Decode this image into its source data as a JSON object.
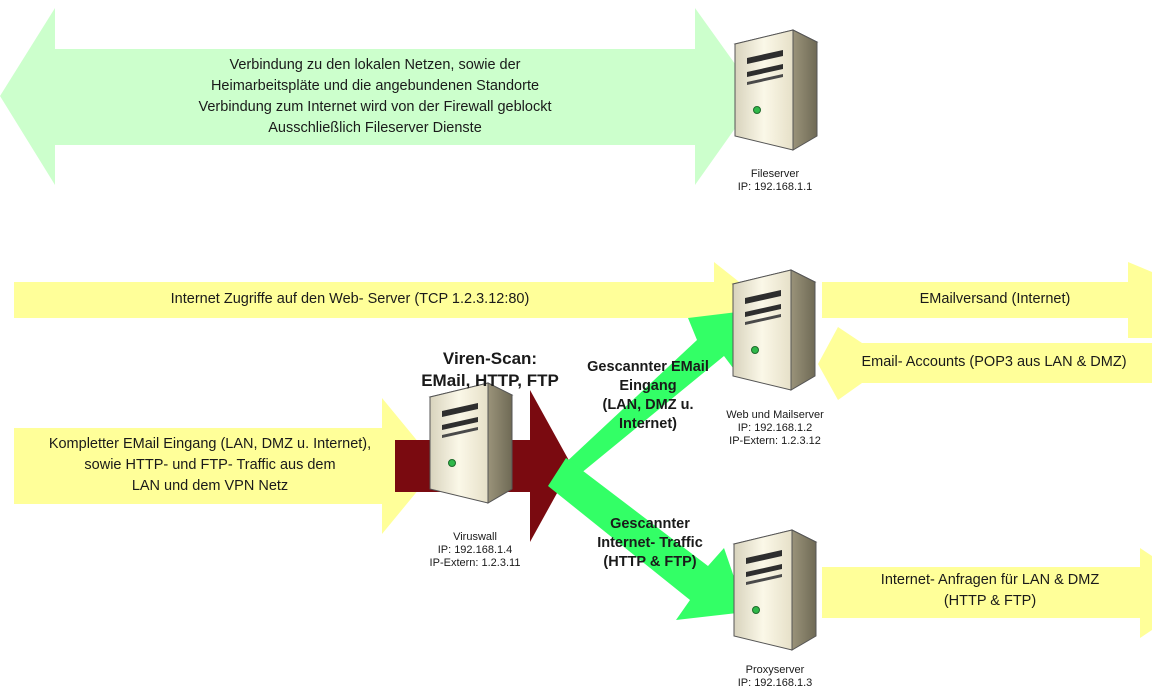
{
  "colors": {
    "green_light": "#ccffcc",
    "yellow_light": "#ffff99",
    "green_bright": "#33ff66",
    "dark_red": "#7a0a10"
  },
  "fileserver_arrow": {
    "lines": [
      "Verbindung zu den lokalen Netzen, sowie der",
      "Heimarbeitspläte und die angebundenen Standorte",
      "Verbindung zum Internet wird von der Firewall geblockt",
      "Ausschließlich Fileserver Dienste"
    ]
  },
  "fileserver": {
    "name": "Fileserver",
    "ip": "IP: 192.168.1.1",
    "icon": "server-tower-icon"
  },
  "web_access_arrow": {
    "label": "Internet Zugriffe auf den Web- Server (TCP 1.2.3.12:80)"
  },
  "email_send_arrow": {
    "label": "EMailversand (Internet)"
  },
  "email_accounts_arrow": {
    "label": "Email- Accounts (POP3 aus LAN & DMZ)"
  },
  "incoming_arrow": {
    "lines": [
      "Kompletter EMail Eingang (LAN, DMZ u. Internet),",
      "sowie HTTP- und FTP- Traffic aus dem",
      "LAN und dem VPN Netz"
    ]
  },
  "virus_scan": {
    "title_line1": "Viren-Scan:",
    "title_line2": "EMail, HTTP, FTP"
  },
  "viruswall": {
    "name": "Viruswall",
    "ip": "IP: 192.168.1.4",
    "ip_extern": "IP-Extern: 1.2.3.11",
    "icon": "server-tower-icon"
  },
  "scanned_email_arrow": {
    "lines": [
      "Gescannter EMail",
      "Eingang",
      "(LAN, DMZ u.",
      "Internet)"
    ]
  },
  "webmail_server": {
    "name": "Web und Mailserver",
    "ip": "IP: 192.168.1.2",
    "ip_extern": "IP-Extern: 1.2.3.12",
    "icon": "server-tower-icon"
  },
  "scanned_internet_arrow": {
    "lines": [
      "Gescannter",
      "Internet- Traffic",
      "(HTTP & FTP)"
    ]
  },
  "proxy_requests_arrow": {
    "lines": [
      "Internet- Anfragen für LAN & DMZ",
      "(HTTP & FTP)"
    ]
  },
  "proxyserver": {
    "name": "Proxyserver",
    "ip": "IP: 192.168.1.3",
    "icon": "server-tower-icon"
  }
}
